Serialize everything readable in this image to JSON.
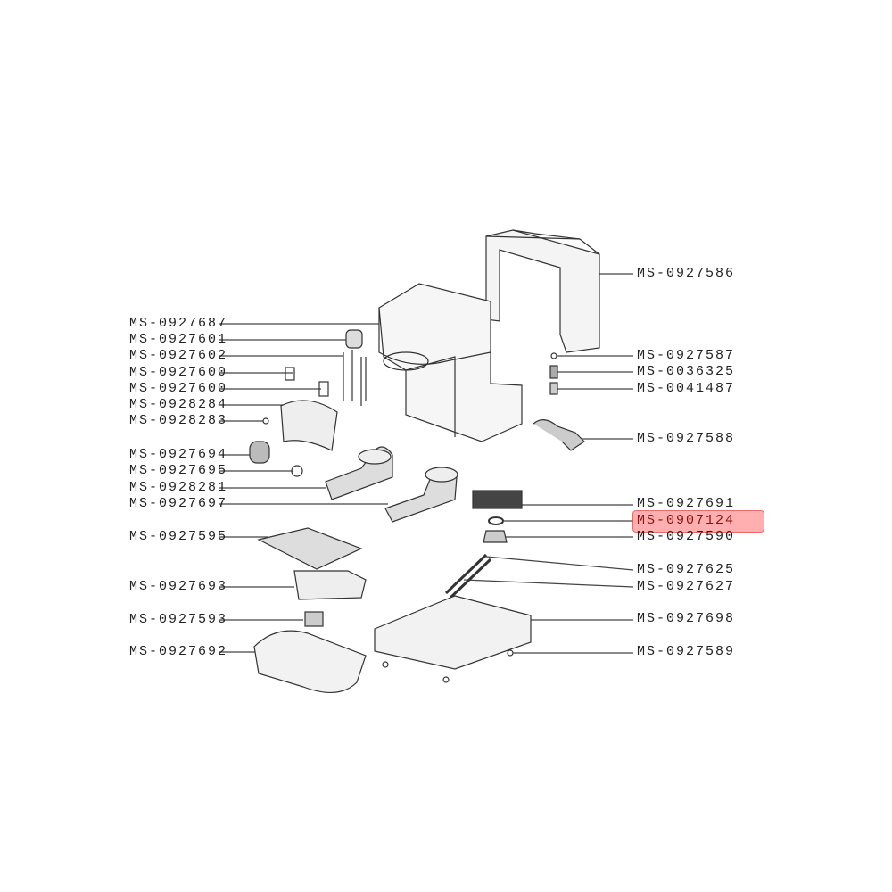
{
  "diagram": {
    "left_labels": [
      "MS-0927687",
      "MS-0927601",
      "MS-0927602",
      "MS-0927600",
      "MS-0927600",
      "MS-0928284",
      "MS-0928283",
      "MS-0927694",
      "MS-0927695",
      "MS-0928281",
      "MS-0927697",
      "MS-0927595",
      "MS-0927693",
      "MS-0927593",
      "MS-0927692"
    ],
    "right_labels": [
      "MS-0927586",
      "MS-0927587",
      "MS-0036325",
      "MS-0041487",
      "MS-0927588",
      "MS-0927691",
      "MS-0907124",
      "MS-0927590",
      "MS-0927625",
      "MS-0927627",
      "MS-0927698",
      "MS-0927589"
    ],
    "highlighted_part": "MS-0907124",
    "highlight_color": "#ff8080"
  }
}
